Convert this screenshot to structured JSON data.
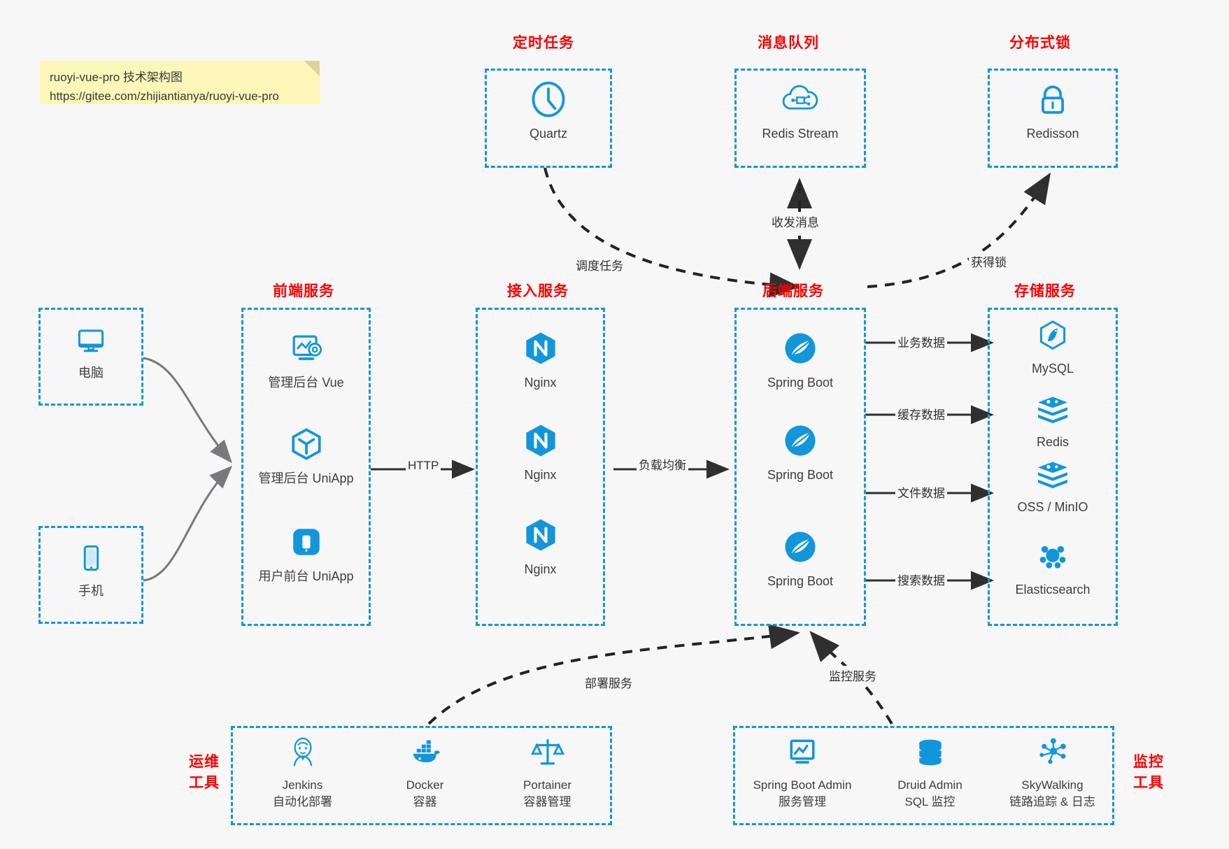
{
  "note": {
    "line1": "ruoyi-vue-pro 技术架构图",
    "line2": "https://gitee.com/zhijiantianya/ruoyi-vue-pro"
  },
  "colors": {
    "accent": "#1296db",
    "title": "#ff0000",
    "background": "#f7f7f7",
    "note_bg": "#fcf6b8",
    "arrow": "#2f2f2f",
    "gray_arrow": "#77797c"
  },
  "groups": {
    "scheduled_task": {
      "title": "定时任务",
      "items": [
        {
          "label": "Quartz",
          "icon": "clock-icon"
        }
      ]
    },
    "message_queue": {
      "title": "消息队列",
      "items": [
        {
          "label": "Redis Stream",
          "icon": "cloud-stream-icon"
        }
      ]
    },
    "distributed_lock": {
      "title": "分布式锁",
      "items": [
        {
          "label": "Redisson",
          "icon": "lock-icon"
        }
      ]
    },
    "clients": {
      "items": [
        {
          "label": "电脑",
          "icon": "desktop-icon"
        },
        {
          "label": "手机",
          "icon": "mobile-icon"
        }
      ]
    },
    "frontend": {
      "title": "前端服务",
      "items": [
        {
          "label": "管理后台 Vue",
          "icon": "dashboard-icon"
        },
        {
          "label": "管理后台 UniApp",
          "icon": "cube-icon"
        },
        {
          "label": "用户前台 UniApp",
          "icon": "app-icon"
        }
      ]
    },
    "access": {
      "title": "接入服务",
      "items": [
        {
          "label": "Nginx",
          "icon": "nginx-icon"
        },
        {
          "label": "Nginx",
          "icon": "nginx-icon"
        },
        {
          "label": "Nginx",
          "icon": "nginx-icon"
        }
      ]
    },
    "backend": {
      "title": "后端服务",
      "items": [
        {
          "label": "Spring Boot",
          "icon": "spring-icon"
        },
        {
          "label": "Spring Boot",
          "icon": "spring-icon"
        },
        {
          "label": "Spring Boot",
          "icon": "spring-icon"
        }
      ]
    },
    "storage": {
      "title": "存储服务",
      "items": [
        {
          "label": "MySQL",
          "icon": "mysql-icon"
        },
        {
          "label": "Redis",
          "icon": "redis-icon"
        },
        {
          "label": "OSS / MinIO",
          "icon": "oss-icon"
        },
        {
          "label": "Elasticsearch",
          "icon": "elasticsearch-icon"
        }
      ]
    },
    "devops": {
      "title": "运维\n工具",
      "title_l1": "运维",
      "title_l2": "工具",
      "items": [
        {
          "name": "Jenkins",
          "desc": "自动化部署",
          "icon": "jenkins-icon"
        },
        {
          "name": "Docker",
          "desc": "容器",
          "icon": "docker-icon"
        },
        {
          "name": "Portainer",
          "desc": "容器管理",
          "icon": "portainer-icon"
        }
      ]
    },
    "monitor": {
      "title_l1": "监控",
      "title_l2": "工具",
      "items": [
        {
          "name": "Spring Boot Admin",
          "desc": "服务管理",
          "icon": "monitor-screen-icon"
        },
        {
          "name": "Druid Admin",
          "desc": "SQL 监控",
          "icon": "database-icon"
        },
        {
          "name": "SkyWalking",
          "desc": "链路追踪 & 日志",
          "icon": "network-nodes-icon"
        }
      ]
    }
  },
  "edges": [
    {
      "id": "schedule",
      "label": "调度任务"
    },
    {
      "id": "messaging",
      "label": "收发消息"
    },
    {
      "id": "lock",
      "label": "获得锁"
    },
    {
      "id": "http",
      "label": "HTTP"
    },
    {
      "id": "balance",
      "label": "负载均衡"
    },
    {
      "id": "business-data",
      "label": "业务数据"
    },
    {
      "id": "cache-data",
      "label": "缓存数据"
    },
    {
      "id": "file-data",
      "label": "文件数据"
    },
    {
      "id": "search-data",
      "label": "搜索数据"
    },
    {
      "id": "deploy",
      "label": "部署服务"
    },
    {
      "id": "monitoring",
      "label": "监控服务"
    }
  ]
}
